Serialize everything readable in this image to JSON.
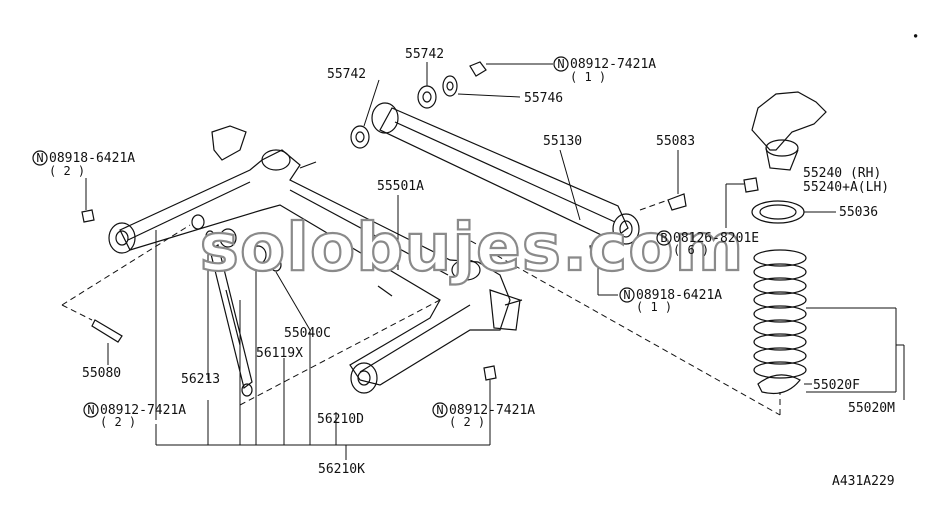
{
  "watermark": "solobujes.com",
  "figure_code": "A431A229",
  "mark": "∙",
  "labels": {
    "p55742_left": "55742",
    "p55742_top": "55742",
    "n08912_top": "08912-7421A",
    "n08912_top_qty": "( 1 )",
    "p55746": "55746",
    "n08918_left": "08918-6421A",
    "n08918_left_qty": "( 2 )",
    "p55130": "55130",
    "p55083": "55083",
    "p55240": "55240    (RH)",
    "p55240a": "55240+A(LH)",
    "p55501a": "55501A",
    "p55036": "55036",
    "b08126": "08126-8201E",
    "b08126_qty": "( 6 )",
    "n08918_right": "08918-6421A",
    "n08918_right_qty": "( 1 )",
    "p55040c": "55040C",
    "p56119x": "56119X",
    "p55080": "55080",
    "p56213": "56213",
    "n08912_bl": "08912-7421A",
    "n08912_bl_qty": "( 2 )",
    "p56210d": "56210D",
    "n08912_bm": "08912-7421A",
    "n08912_bm_qty": "( 2 )",
    "p55020f": "55020F",
    "p55020m": "55020M",
    "p56210k": "56210K"
  },
  "circle_letters": {
    "n": "N",
    "b": "B"
  },
  "colors": {
    "line": "#111111",
    "watermark_stroke": "#8a8a8a",
    "background": "#ffffff"
  }
}
